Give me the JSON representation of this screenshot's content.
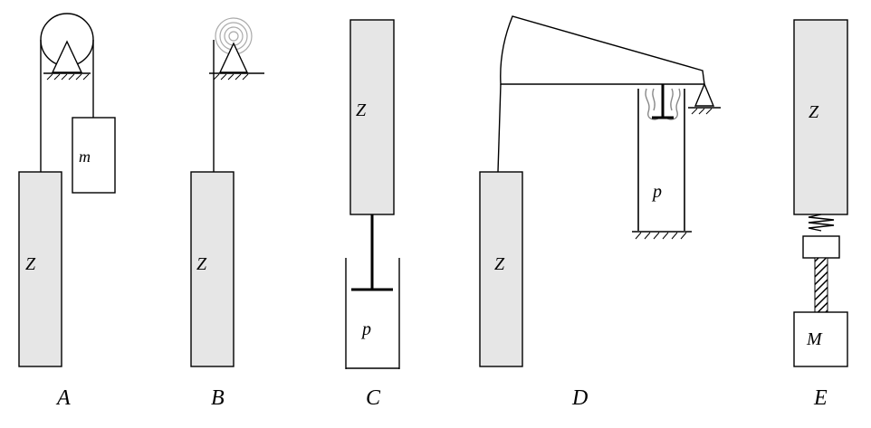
{
  "panels": {
    "A": {
      "caption": "A",
      "column_label": "Z",
      "mass_label": "m"
    },
    "B": {
      "caption": "B",
      "column_label": "Z"
    },
    "C": {
      "caption": "C",
      "column_label": "Z",
      "chamber_label": "p"
    },
    "D": {
      "caption": "D",
      "column_label": "Z",
      "chamber_label": "p"
    },
    "E": {
      "caption": "E",
      "column_label": "Z",
      "mass_label": "M"
    }
  },
  "colors": {
    "column_fill": "#e6e6e6",
    "stroke": "#000000",
    "spring_coil": "#aaaaaa"
  }
}
